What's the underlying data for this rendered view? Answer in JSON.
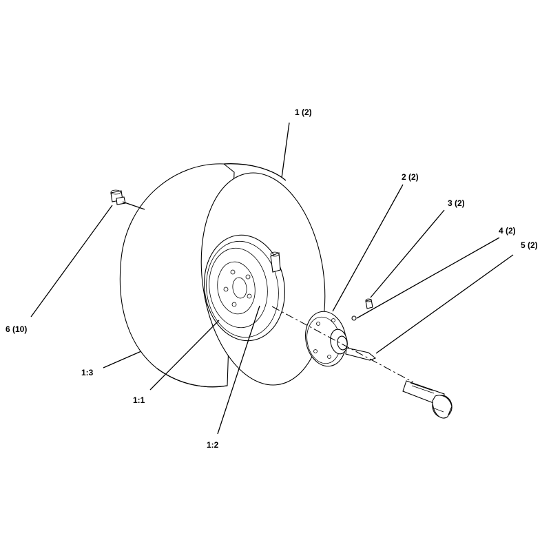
{
  "diagram": {
    "callouts": {
      "c1": "1 (2)",
      "c2": "2 (2)",
      "c3": "3 (2)",
      "c4": "4 (2)",
      "c5": "5 (2)",
      "c6": "6 (10)",
      "c11": "1:1",
      "c12": "1:2",
      "c13": "1:3"
    }
  }
}
